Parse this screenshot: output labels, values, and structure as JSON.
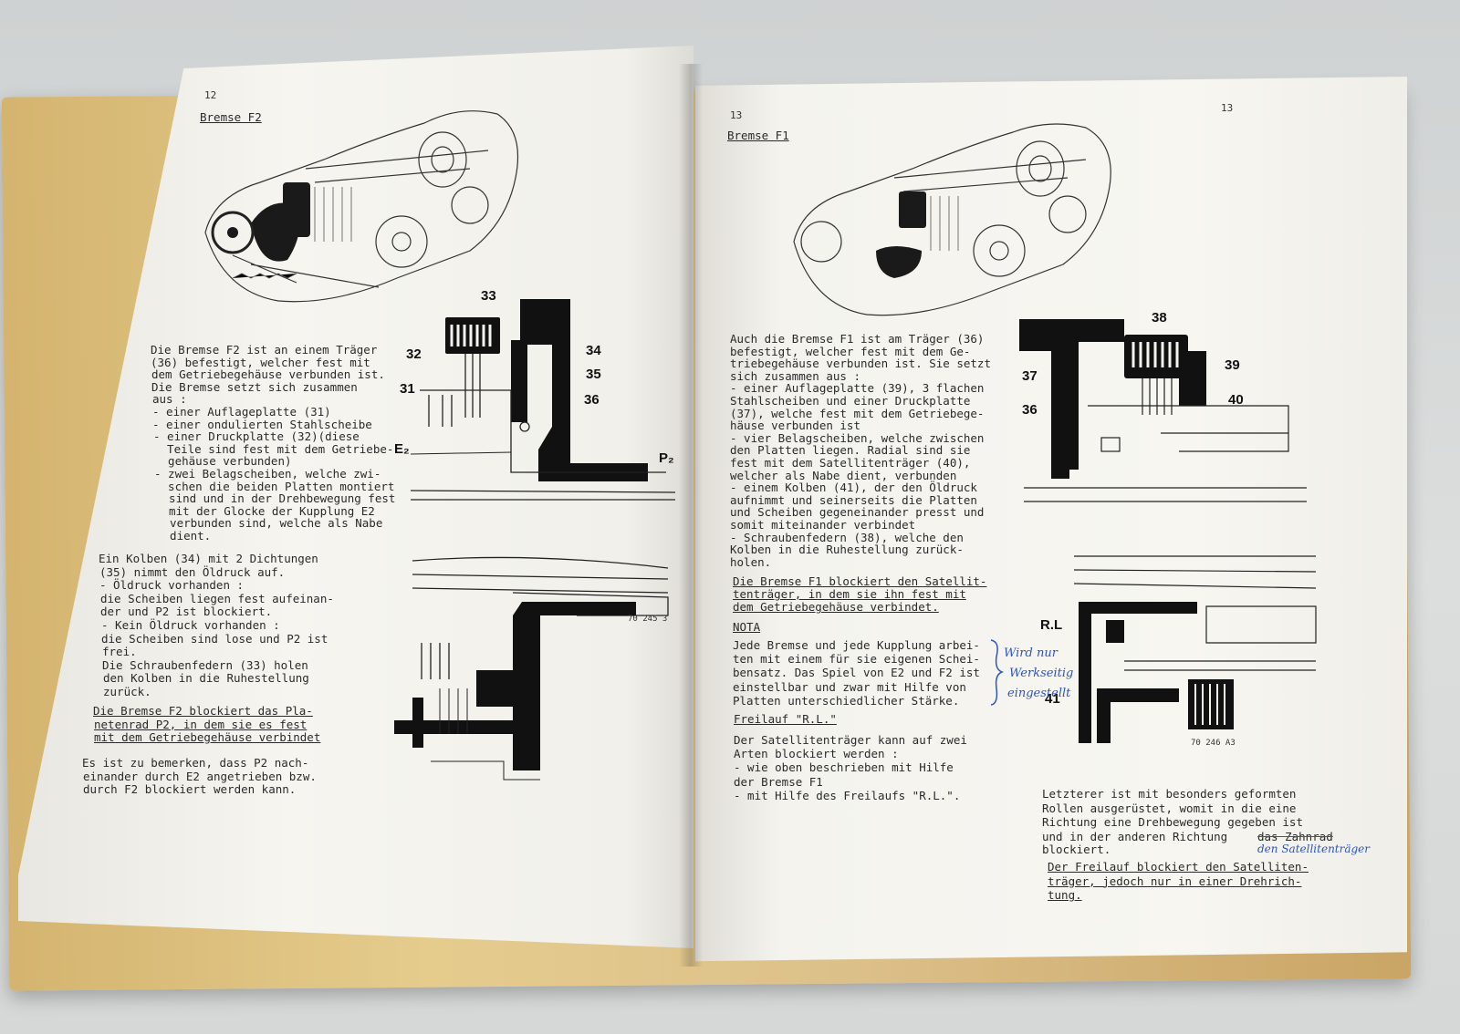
{
  "left": {
    "page_number": "12",
    "heading": "Bremse F2",
    "fig_note": "70 245 3",
    "body": [
      "Die Bremse F2 ist an einem Träger",
      "(36) befestigt, welcher fest mit",
      "dem Getriebegehäuse verbunden ist.",
      "Die Bremse setzt sich zusammen",
      "aus :",
      "- einer Auflageplatte (31)",
      "- einer ondulierten Stahlscheibe",
      "- einer Druckplatte (32)(diese",
      "  Teile sind fest mit dem Getriebe-",
      "  gehäuse verbunden)",
      "- zwei Belagscheiben, welche zwi-",
      "  schen die beiden Platten montiert",
      "  sind und in der Drehbewegung fest",
      "  mit der Glocke der Kupplung E2",
      "  verbunden sind, welche als Nabe",
      "  dient."
    ],
    "body2": [
      "Ein Kolben (34) mit 2 Dichtungen",
      "(35) nimmt den Öldruck auf.",
      "- Öldruck vorhanden :",
      "die Scheiben liegen fest aufeinan-",
      "der und P2 ist blockiert.",
      "- Kein Öldruck vorhanden :",
      "die Scheiben sind lose und P2 ist",
      "frei.",
      "Die Schraubenfedern (33) holen",
      "den Kolben in die Ruhestellung",
      "zurück."
    ],
    "summary": [
      "Die Bremse F2 blockiert das Pla-",
      "netenrad P2, in dem sie es fest",
      "mit dem Getriebegehäuse verbindet"
    ],
    "closing": [
      "Es ist zu bemerken, dass P2 nach-",
      "einander durch E2 angetrieben bzw.",
      "durch F2 blockiert werden kann."
    ],
    "callouts": {
      "c33": "33",
      "c32": "32",
      "c34": "34",
      "c35": "35",
      "c31": "31",
      "c36": "36",
      "e2": "E₂",
      "p2": "P₂"
    }
  },
  "right": {
    "page_number": "13",
    "page_number_corner": "13",
    "heading": "Bremse F1",
    "fig_note": "70 246 A3",
    "body": [
      "Auch die Bremse F1 ist am Träger (36)",
      "befestigt, welcher fest mit dem Ge-",
      "triebegehäuse verbunden ist. Sie setzt",
      "sich zusammen aus :",
      "- einer Auflageplatte (39), 3 flachen",
      "Stahlscheiben und einer Druckplatte",
      "(37), welche fest mit dem Getriebege-",
      "häuse verbunden ist",
      "- vier Belagscheiben, welche zwischen",
      "den Platten liegen. Radial sind sie",
      "fest mit dem Satellitenträger (40),",
      "welcher als Nabe dient, verbunden",
      "- einem Kolben (41), der den Öldruck",
      "aufnimmt und seinerseits die Platten",
      "und Scheiben gegeneinander presst und",
      "somit miteinander verbindet",
      "- Schraubenfedern (38), welche den",
      "Kolben in die Ruhestellung zurück-",
      "holen."
    ],
    "summary": [
      "Die Bremse F1 blockiert den Satellit-",
      "tenträger, in dem sie ihn fest mit",
      "dem Getriebegehäuse verbindet."
    ],
    "nota_heading": "NOTA",
    "nota": [
      "Jede Bremse und jede Kupplung arbei-",
      "ten mit einem für sie eigenen Schei-",
      "bensatz. Das Spiel von E2 und F2 ist",
      "einstellbar und zwar mit Hilfe von",
      "Platten unterschiedlicher Stärke."
    ],
    "handnote": [
      "Wird nur",
      "Werkseitig",
      "eingestellt"
    ],
    "freilauf_heading": "Freilauf \"R.L.\"",
    "freilauf": [
      "Der Satellitenträger kann auf zwei",
      "Arten blockiert werden :",
      "- wie oben beschrieben mit Hilfe",
      "der Bremse F1",
      "- mit Hilfe des Freilaufs \"R.L.\"."
    ],
    "letzterer": [
      "Letzterer ist mit besonders geformten",
      "Rollen ausgerüstet, womit in die eine",
      "Richtung eine Drehbewegung gegeben ist",
      "und in der anderen Richtung"
    ],
    "struck_word": "das Zahnrad",
    "letzterer_end": "blockiert.",
    "hand_replacement": "den Satellitenträger",
    "final": [
      "Der Freilauf blockiert den Satelliten-",
      "träger, jedoch nur in einer Drehrich-",
      "tung."
    ],
    "callouts": {
      "c38": "38",
      "c37": "37",
      "c39": "39",
      "c36": "36",
      "c40": "40",
      "rl": "R.L",
      "c41": "41"
    }
  }
}
